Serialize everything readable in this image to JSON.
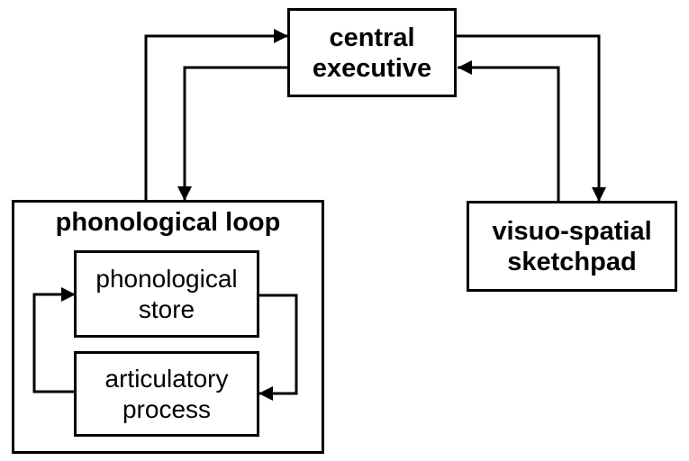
{
  "canvas": {
    "background_color": "#ffffff",
    "line_color": "#000000"
  },
  "nodes": {
    "central_executive": {
      "lines": [
        "central",
        "executive"
      ]
    },
    "phonological_loop": {
      "label": "phonological loop"
    },
    "phonological_store": {
      "lines": [
        "phonological",
        "store"
      ]
    },
    "articulatory_process": {
      "lines": [
        "articulatory",
        "process"
      ]
    },
    "visuo_spatial_sketchpad": {
      "lines": [
        "visuo-spatial",
        "sketchpad"
      ]
    }
  },
  "edges": [
    {
      "from": "phonological loop",
      "to": "central executive"
    },
    {
      "from": "central executive",
      "to": "phonological loop"
    },
    {
      "from": "central executive",
      "to": "visuo-spatial sketchpad"
    },
    {
      "from": "visuo-spatial sketchpad",
      "to": "central executive"
    },
    {
      "from": "articulatory process",
      "to": "phonological store"
    },
    {
      "from": "phonological store",
      "to": "articulatory process"
    }
  ]
}
